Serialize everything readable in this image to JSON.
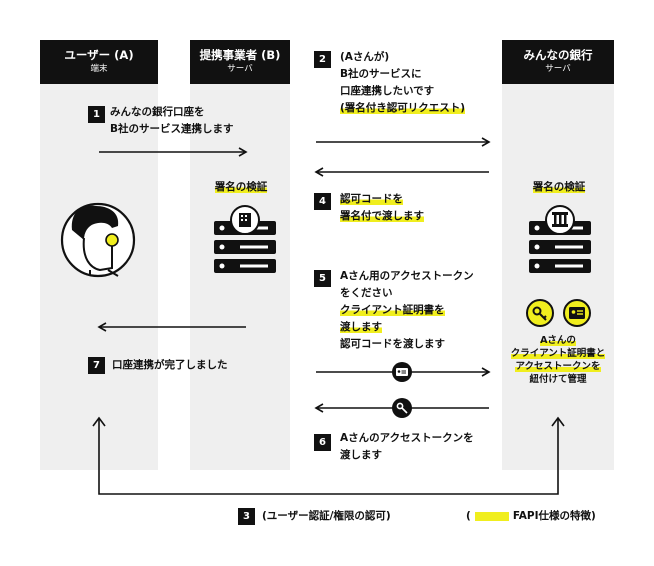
{
  "lanes": [
    {
      "title": "ユーザー (A)",
      "subtitle": "端末"
    },
    {
      "title": "提携事業者 (B)",
      "subtitle": "サーバ"
    },
    {
      "title": "",
      "subtitle": ""
    },
    {
      "title": "みんなの銀行",
      "subtitle": "サーバ"
    }
  ],
  "steps": {
    "s1": {
      "num": "1",
      "line1": "みんなの銀行口座を",
      "line2": "B社のサービス連携します"
    },
    "s2": {
      "num": "2",
      "line1": "(Aさんが)",
      "line2": "B社のサービスに",
      "line3": "口座連携したいです",
      "line4": "(署名付き認可リクエスト)"
    },
    "s3": {
      "num": "3",
      "text": "(ユーザー認証/権限の認可)"
    },
    "s4": {
      "num": "4",
      "line1": "認可コードを",
      "line2": "署名付で渡します"
    },
    "s5": {
      "num": "5",
      "line1": "Aさん用のアクセストークン",
      "line2": "をください",
      "line3": "クライアント証明書を",
      "line4": "渡します",
      "line5": "認可コードを渡します"
    },
    "s6": {
      "num": "6",
      "line1": "Aさんのアクセストークンを",
      "line2": "渡します"
    },
    "s7": {
      "num": "7",
      "text": "口座連携が完了しました"
    }
  },
  "verify_b": "署名の検証",
  "verify_bank": "署名の検証",
  "bank_note": {
    "line1": "Aさんの",
    "line2": "クライアント証明書と",
    "line3": "アクセストークンを",
    "line4": "紐付けて管理"
  },
  "legend": {
    "open": "(",
    "label": "FAPI仕様の特徴",
    "close": ")"
  },
  "icons": {
    "user": "user-avatar-icon",
    "server": "server-icon",
    "bank": "bank-icon",
    "key": "key-icon",
    "card": "id-card-icon"
  },
  "colors": {
    "highlight": "#f0ee1e",
    "dark": "#111111",
    "lane": "#efefef"
  }
}
